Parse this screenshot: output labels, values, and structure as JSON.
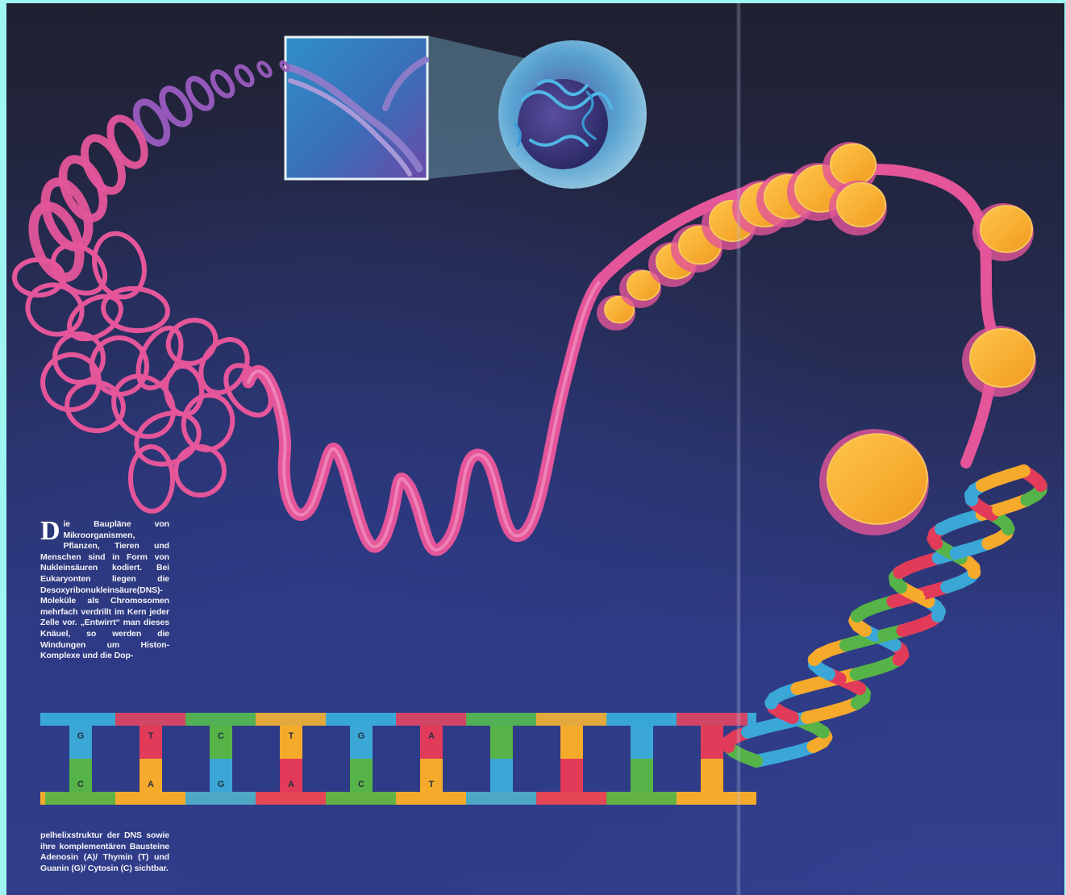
{
  "caption": {
    "drop_cap": "D",
    "upper_text": "ie Baupläne von Mikroorganismen, Pflanzen, Tieren und Menschen sind in Form von Nukleinsäuren kodiert. Bei Eukaryonten liegen die Desoxyribonukleinsäure(DNS)-Moleküle als Chromosomen mehrfach verdrillt im Kern jeder Zelle vor. „Entwirrt“ man dieses Knäuel, so werden die Windungen um Histon-Komplexe und die Dop-",
    "lower_text": "pelhelixstruktur der DNS sowie ihre komplementären Bausteine Adenosin (A)/ Thymin (T) und Guanin (G)/ Cytosin (C) sichtbar."
  },
  "ladder": {
    "top_letters": [
      "G",
      "T",
      "C",
      "T",
      "G",
      "A"
    ],
    "bottom_letters": [
      "C",
      "A",
      "G",
      "A",
      "C",
      "T"
    ]
  },
  "colors": {
    "background_top": "#1f2030",
    "background_bottom": "#33408f",
    "dna_pink": "#e4559a",
    "coil_purple": "#9a5cc0",
    "histone_orange": "#f6aa2c",
    "base_blue": "#3aa7d6",
    "base_green": "#55b347",
    "base_red": "#e23b5a"
  }
}
